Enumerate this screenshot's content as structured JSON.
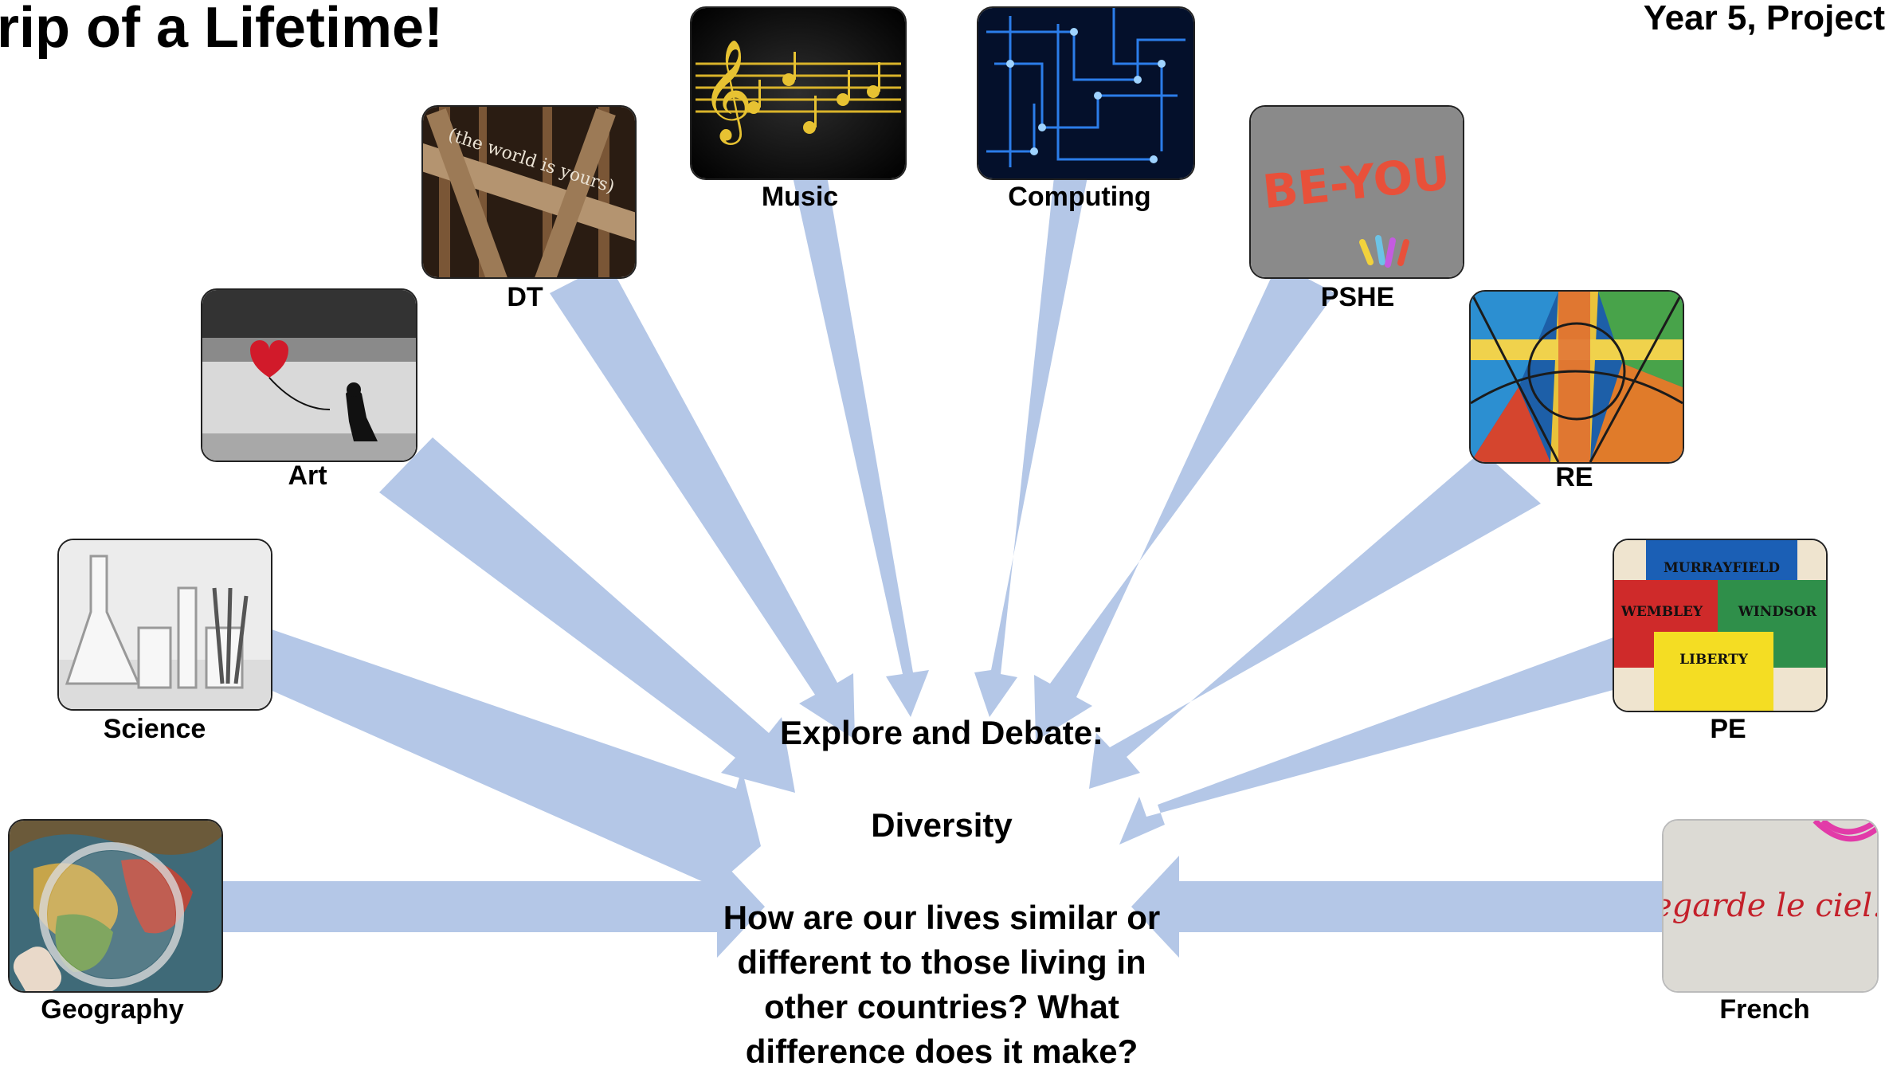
{
  "header": {
    "title": "rip of a Lifetime!",
    "year": "Year 5, Project"
  },
  "hub": {
    "heading": "Explore and Debate:",
    "topic": "Diversity",
    "question": "How are our lives similar or different to those living in other countries? What difference does it make?"
  },
  "subjects": {
    "geography": "Geography",
    "science": "Science",
    "art": "Art",
    "dt": "DT",
    "music": "Music",
    "computing": "Computing",
    "pshe": "PSHE",
    "re": "RE",
    "pe": "PE",
    "french": "French"
  },
  "images": {
    "dt_text": "(the world is yours)",
    "pshe_text": "BE-YOU",
    "pe_shirts": [
      "MURRAYFIELD",
      "WEMBLEY",
      "WINDSOR",
      "LIBERTY"
    ],
    "french_text": "regarde le ciel..."
  },
  "colors": {
    "arrow": "#b4c7e7",
    "text": "#000000"
  }
}
